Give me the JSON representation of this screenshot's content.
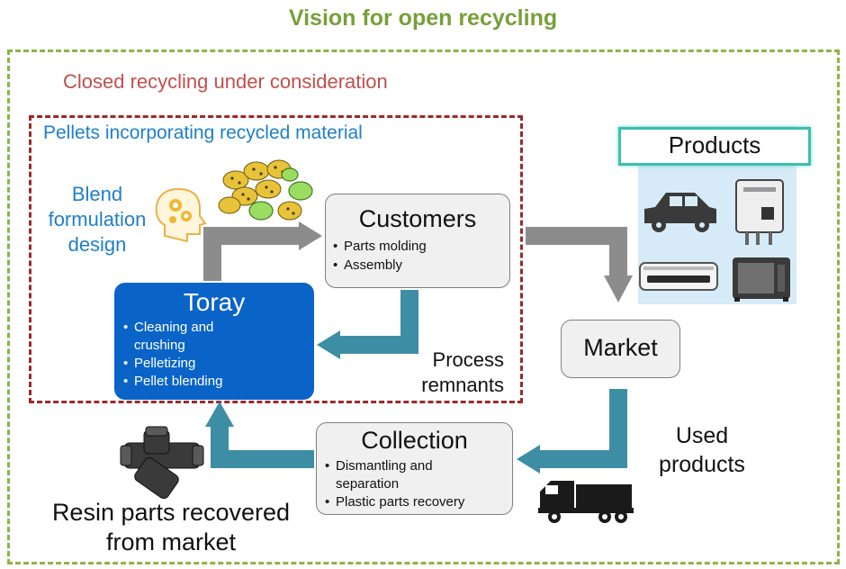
{
  "title": "Vision for open recycling",
  "closed_label": "Closed recycling under consideration",
  "pellets_label": "Pellets incorporating recycled material",
  "blend_label": [
    "Blend",
    "formulation",
    "design"
  ],
  "customers": {
    "title": "Customers",
    "bullets": [
      "Parts molding",
      "Assembly"
    ]
  },
  "toray": {
    "title": "Toray",
    "bullets": [
      "Cleaning and",
      "crushing",
      "Pelletizing",
      "Pellet blending"
    ]
  },
  "market": {
    "title": "Market"
  },
  "products": {
    "title": "Products"
  },
  "collection": {
    "title": "Collection",
    "bullets": [
      "Dismantling and",
      "separation",
      "Plastic parts recovery"
    ]
  },
  "process_label": [
    "Process",
    "remnants"
  ],
  "used_label": [
    "Used",
    "products"
  ],
  "resin_label": [
    "Resin parts recovered",
    "from market"
  ],
  "colors": {
    "title": "#77a03a",
    "closed": "#c0504d",
    "blue_text": "#1f7fc8",
    "toray": "#0a64c8",
    "arrow_teal": "#3d8ea4",
    "arrow_gray": "#8c8c8c"
  }
}
